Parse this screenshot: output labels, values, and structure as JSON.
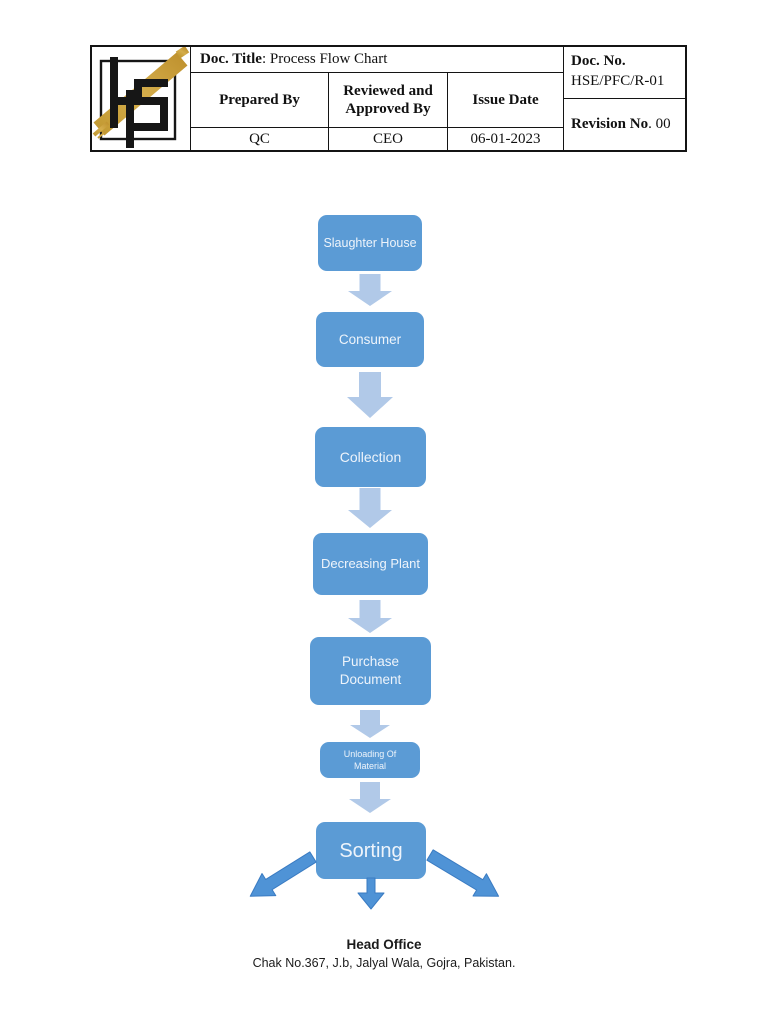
{
  "document": {
    "title_label": "Doc. Title",
    "title_value": ": Process Flow Chart",
    "doc_no_label": "Doc. No.",
    "doc_no_value": "HSE/PFC/R-01",
    "revision_label": "Revision No",
    "revision_value": ". 00",
    "columns": [
      {
        "header": "Prepared By",
        "value": "QC"
      },
      {
        "header": "Reviewed and Approved By",
        "value": "CEO"
      },
      {
        "header": "Issue Date",
        "value": "06-01-2023"
      }
    ],
    "logo": {
      "name": "hs-monogram-logo",
      "gold_color": "#cfa43c",
      "ink_color": "#161616"
    }
  },
  "flowchart": {
    "colors": {
      "node_fill": "#5b9bd5",
      "node_text": "#eef4fb",
      "connector_light": "#b1c9e8",
      "connector_dark": "#4f93d6"
    },
    "nodes": [
      {
        "label": "Slaughter House"
      },
      {
        "label": "Consumer"
      },
      {
        "label": "Collection"
      },
      {
        "label": "Decreasing Plant"
      },
      {
        "label": "Purchase Document"
      },
      {
        "label": "Unloading Of Material"
      },
      {
        "label": "Sorting"
      }
    ]
  },
  "footer": {
    "title": "Head Office",
    "address": "Chak No.367, J.b, Jalyal Wala, Gojra, Pakistan."
  }
}
